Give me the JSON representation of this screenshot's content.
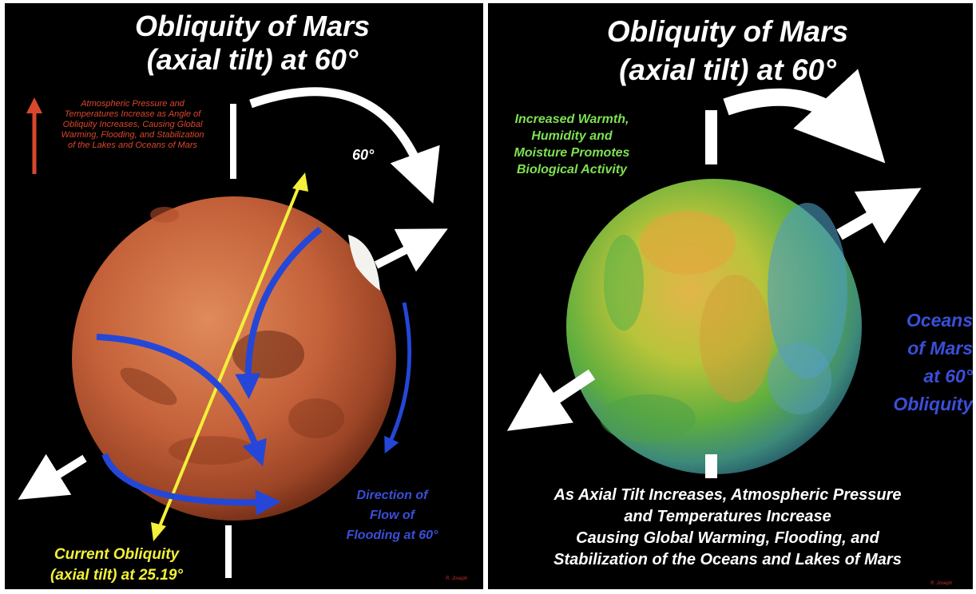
{
  "left": {
    "title_line1": "Obliquity of Mars",
    "title_line2": "(axial tilt) at 60°",
    "red_note": "Atmospheric Pressure and Temperatures Increase as Angle of Obliquity Increases, Causing Global Warming, Flooding, and Stabilization of the Lakes and Oceans of Mars",
    "angle_label": "60°",
    "current_obliquity_line1": "Current Obliquity",
    "current_obliquity_line2": "(axial tilt) at 25.19°",
    "flooding_line1": "Direction of",
    "flooding_line2": "Flow of",
    "flooding_line3": "Flooding at 60°",
    "credit": "R. Joseph"
  },
  "right": {
    "title_line1": "Obliquity of Mars",
    "title_line2": "(axial tilt) at 60°",
    "green_line1": "Increased Warmth,",
    "green_line2": "Humidity and",
    "green_line3": "Moisture Promotes",
    "green_line4": "Biological Activity",
    "oceans_line1": "Oceans",
    "oceans_line2": "of Mars",
    "oceans_line3": "at 60°",
    "oceans_line4": "Obliquity",
    "caption_line1": "As Axial Tilt Increases, Atmospheric Pressure",
    "caption_line2": "and Temperatures Increase",
    "caption_line3": "Causing Global Warming, Flooding, and",
    "caption_line4": "Stabilization of the Oceans and Lakes of Mars",
    "credit": "R. Joseph"
  },
  "colors": {
    "background": "#000000",
    "mars_red": "#c8683f",
    "axis_yellow": "#f2f03a",
    "flow_blue": "#2447d8",
    "note_red": "#d9472c",
    "note_green": "#7fe052"
  }
}
